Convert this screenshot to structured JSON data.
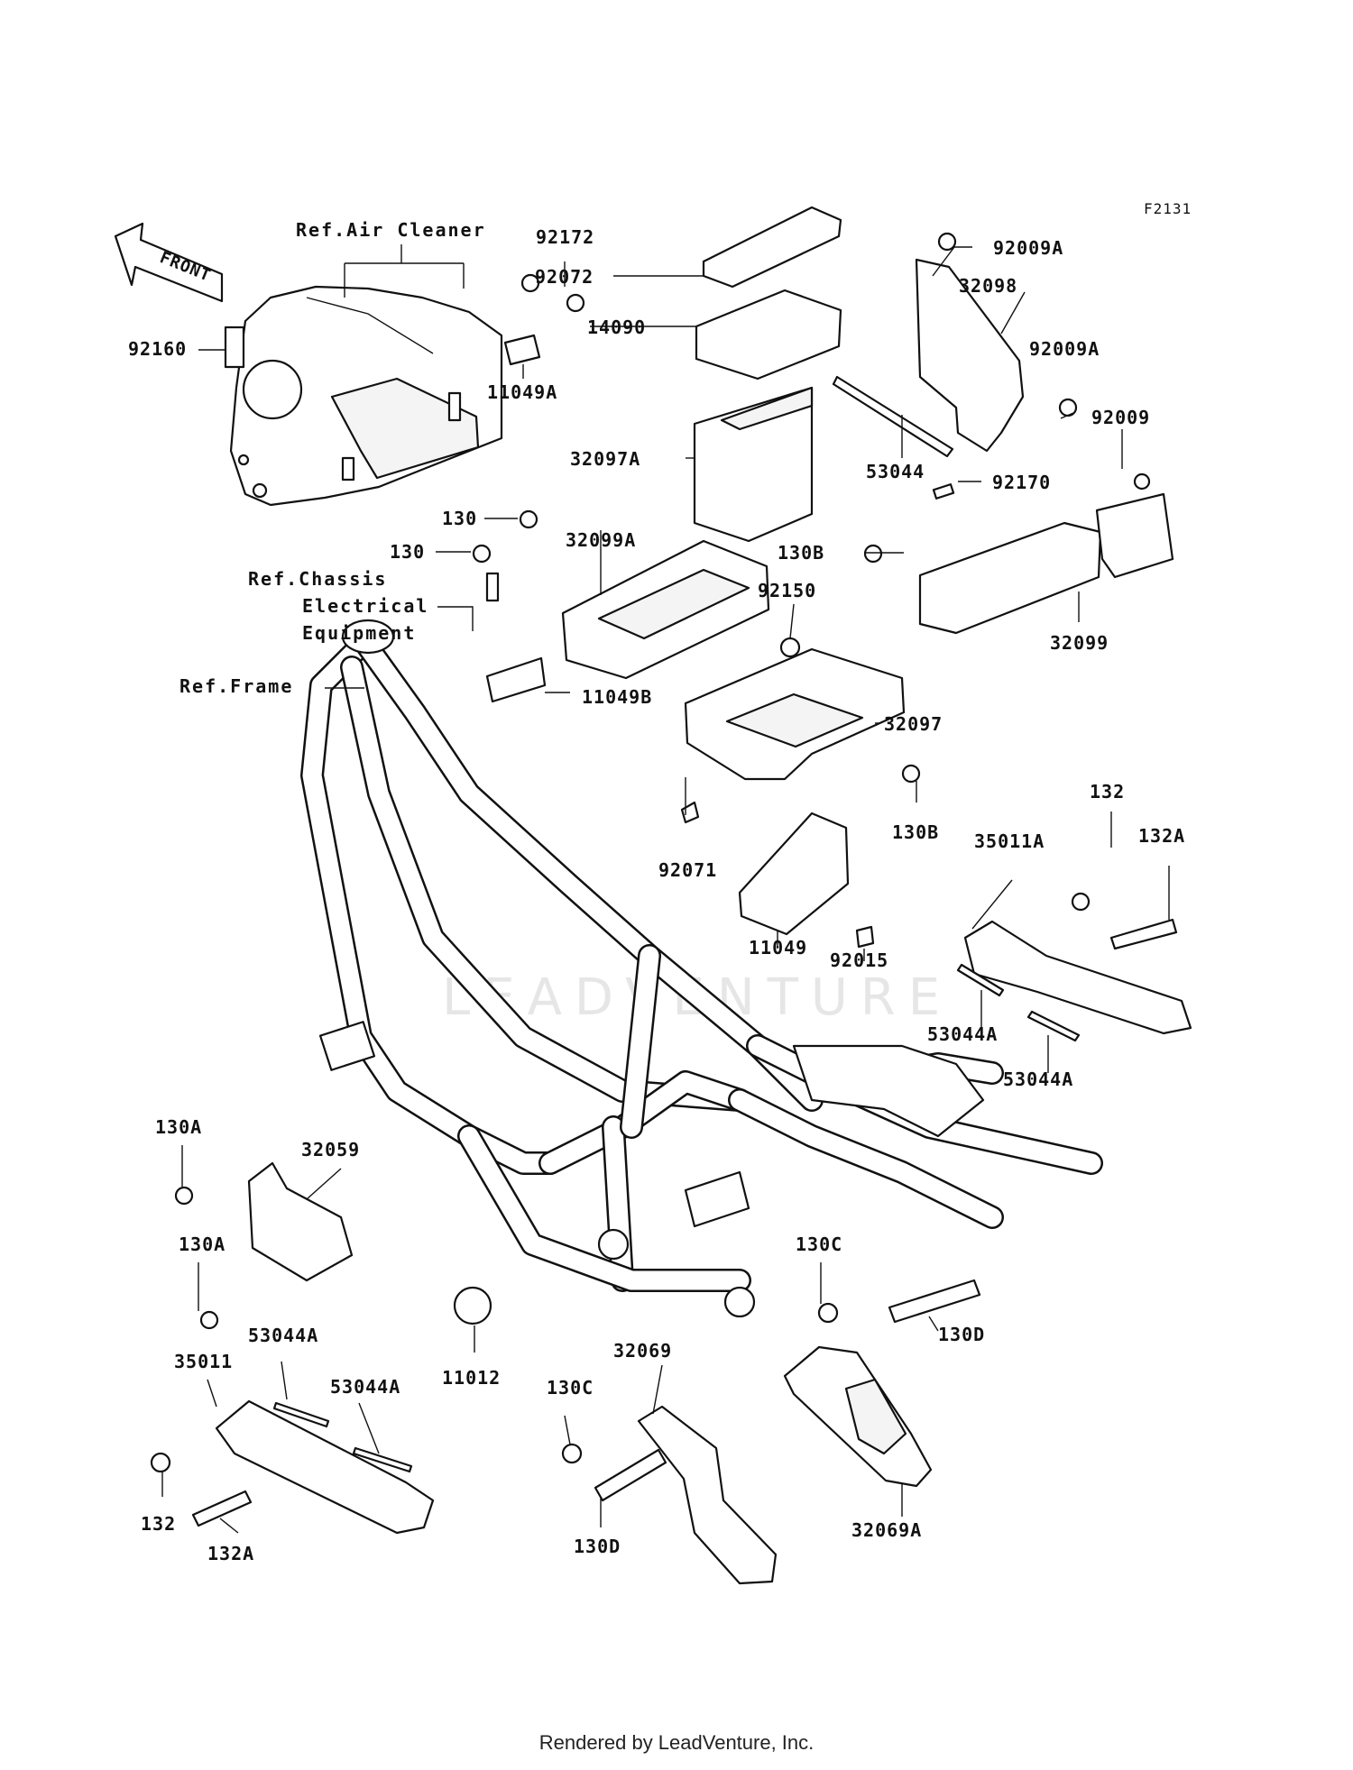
{
  "figure_code": "F2131",
  "front_arrow_label": "FRONT",
  "watermark": "LEADVENTURE",
  "footer": "Rendered by LeadVenture, Inc.",
  "references": {
    "air_cleaner": "Ref.Air Cleaner",
    "chassis_line1": "Ref.Chassis",
    "chassis_line2": "Electrical",
    "chassis_line3": "Equipment",
    "frame": "Ref.Frame"
  },
  "callouts": [
    "92172",
    "92072",
    "92009A",
    "32098",
    "92160",
    "14090",
    "11049A",
    "92009A",
    "32097A",
    "53044",
    "92009",
    "130",
    "92170",
    "130",
    "32099A",
    "130B",
    "92150",
    "32099",
    "11049B",
    "32097",
    "130B",
    "132",
    "92071",
    "35011A",
    "132A",
    "11049",
    "92015",
    "53044A",
    "53044A",
    "130A",
    "32059",
    "130A",
    "130C",
    "130D",
    "11012",
    "35011",
    "53044A",
    "32069",
    "53044A",
    "130C",
    "32069A",
    "132",
    "132A",
    "130D"
  ]
}
